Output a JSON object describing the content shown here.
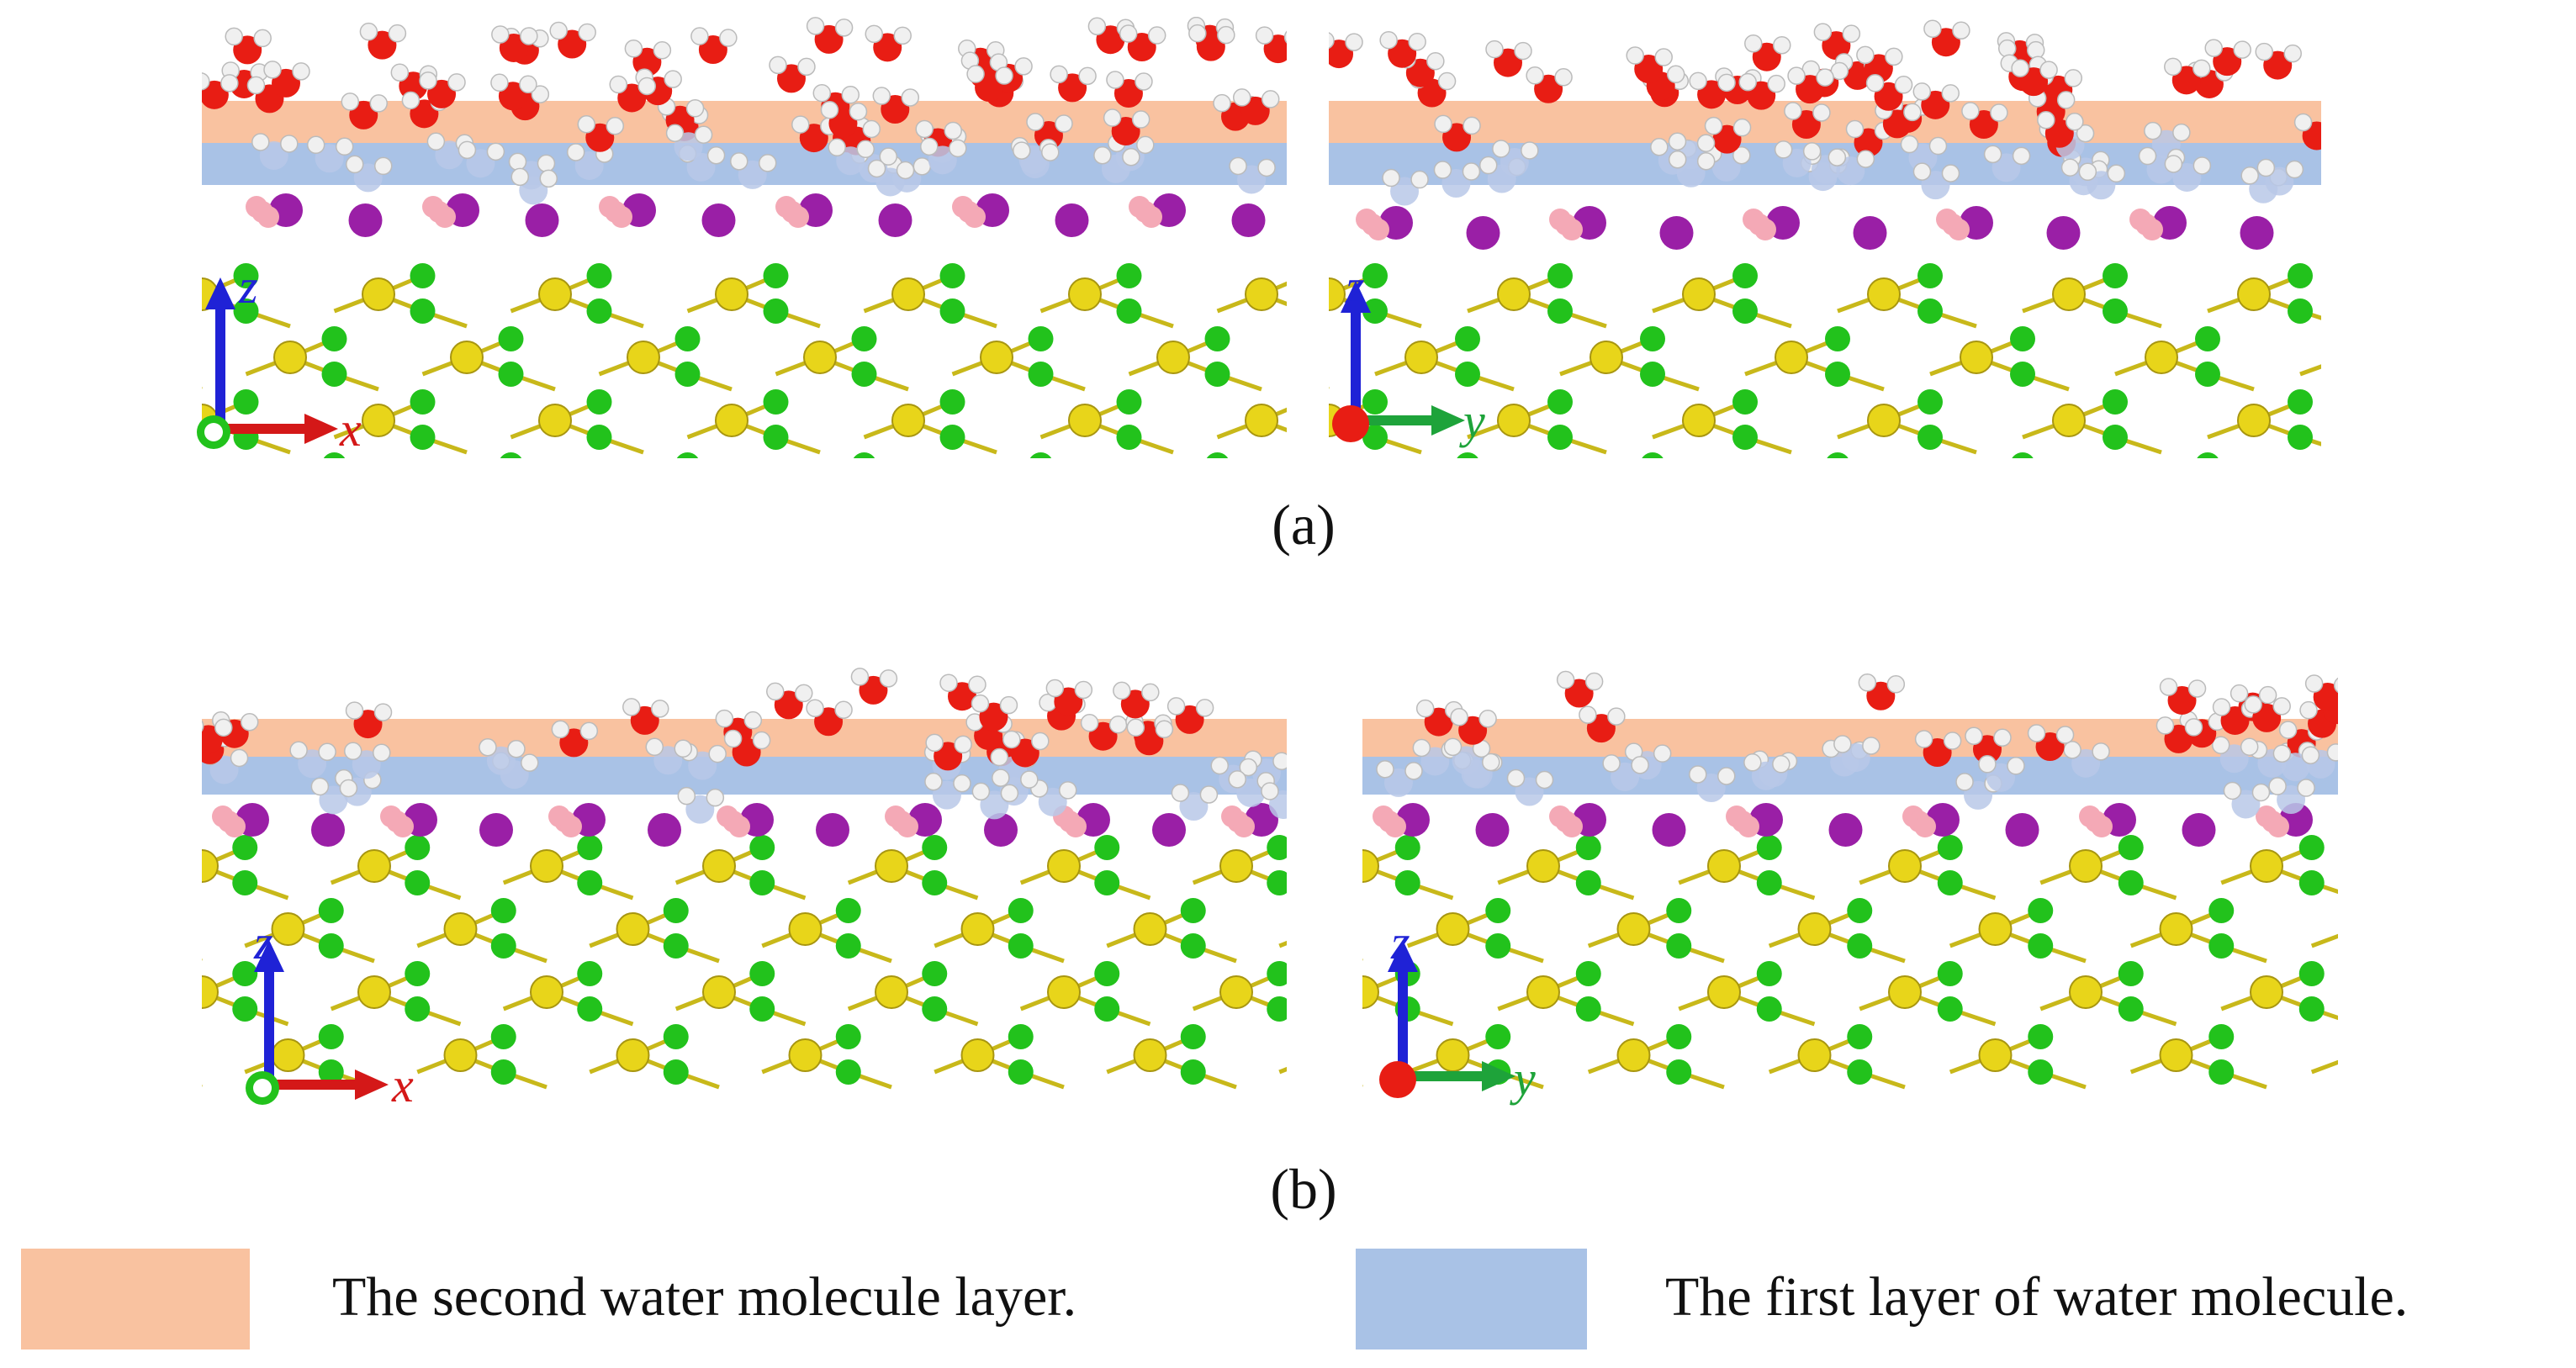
{
  "figure": {
    "labels": {
      "a": "(a)",
      "b": "(b)"
    },
    "axes": {
      "x": "x",
      "y": "y",
      "z": "z"
    },
    "legend": [
      {
        "text": "The second water molecule layer.",
        "color": "#f9c2a0"
      },
      {
        "text": "The first layer of water molecule.",
        "color": "#a9c2e6"
      }
    ],
    "colors": {
      "oxygen_water": "#e81d14",
      "hydrogen": "#f0f0f0",
      "iodine": "#9a1fa6",
      "silicon": "#e8d51a",
      "oxygen_frame": "#22c21c",
      "pink_atom": "#f4a9b6",
      "band_second": "#f9c2a0",
      "band_first": "#a9c2e6",
      "axis_z": "#1f22d6",
      "axis_x": "#d41818",
      "axis_y": "#1ea33a"
    }
  }
}
